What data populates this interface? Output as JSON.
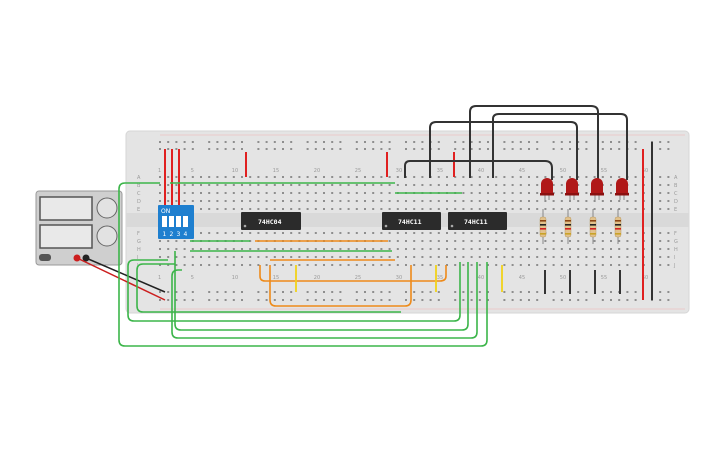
{
  "circuit": {
    "chips": [
      {
        "id": "u1",
        "label": "74HC04"
      },
      {
        "id": "u2",
        "label": "74HC11"
      },
      {
        "id": "u3",
        "label": "74HC11"
      }
    ],
    "dip_switch": {
      "on_label": "ON",
      "numbers": [
        "1",
        "2",
        "3",
        "4"
      ]
    },
    "breadboard": {
      "column_numbers": [
        "1",
        "5",
        "10",
        "15",
        "20",
        "25",
        "30",
        "35",
        "40",
        "45",
        "50",
        "55",
        "60"
      ],
      "row_letters_top": [
        "A",
        "B",
        "C",
        "D",
        "E"
      ],
      "row_letters_bottom": [
        "F",
        "G",
        "H",
        "I",
        "J"
      ]
    },
    "leds": {
      "count": 4,
      "color": "#b01818"
    },
    "resistors": {
      "count": 4
    },
    "wire_colors": {
      "red": "#e02020",
      "black": "#333333",
      "green": "#3cb54a",
      "orange": "#ee8a1a",
      "yellow": "#f2d21a"
    }
  }
}
